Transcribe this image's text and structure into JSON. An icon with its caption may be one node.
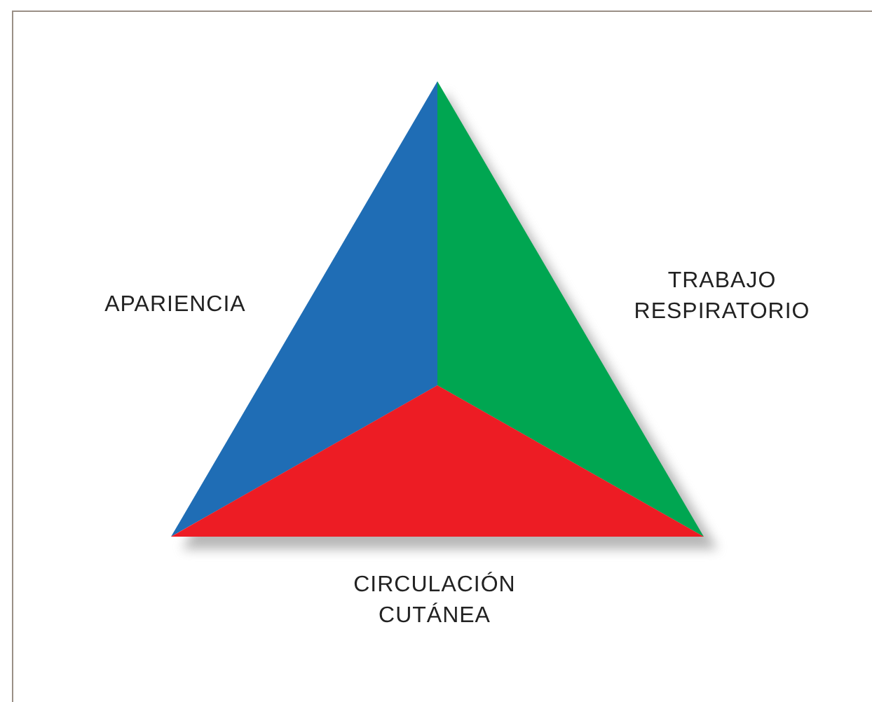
{
  "diagram": {
    "labels": [
      "APARIENCIA",
      "TRABAJO RESPIRATORIO",
      "CIRCULACIÓN CUTÁNEA"
    ]
  }
}
